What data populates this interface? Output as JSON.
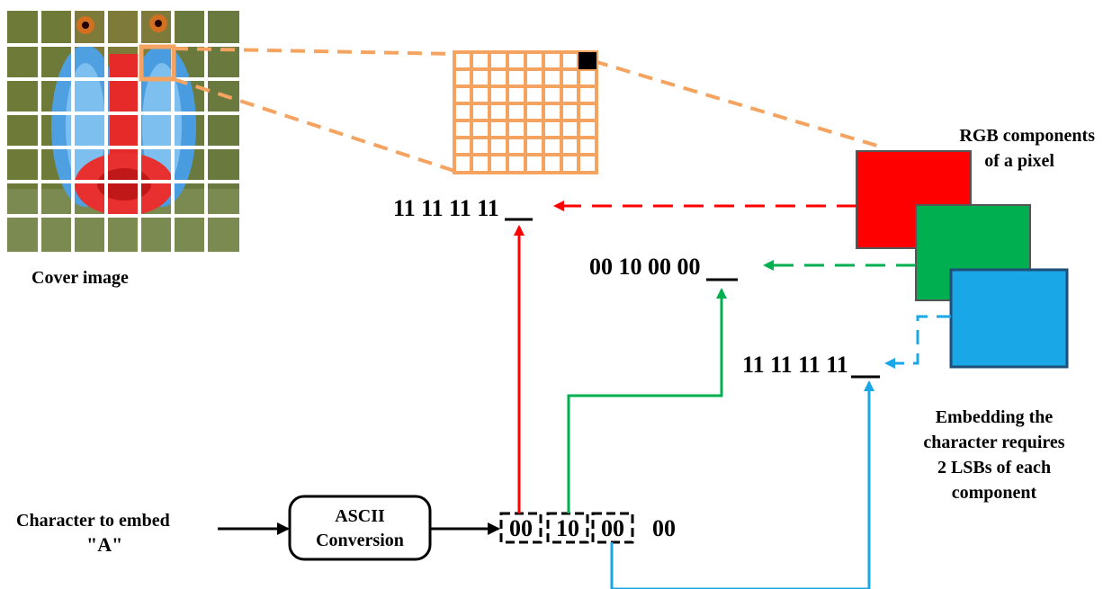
{
  "labels": {
    "cover_image": "Cover image",
    "rgb_line1": "RGB components",
    "rgb_line2": "of a pixel",
    "red_bits_prefix": "11 11 11 ",
    "red_bits_lsb": "11",
    "green_bits_prefix": "00 10 00 ",
    "green_bits_lsb": "00",
    "blue_bits_prefix": "11 11 11 ",
    "blue_bits_lsb": "11",
    "char_line1": "Character to embed",
    "char_line2": "\"A\"",
    "ascii_line1": "ASCII",
    "ascii_line2": "Conversion",
    "ascii_bits": [
      "00",
      "10",
      "00",
      "00"
    ],
    "embed_line1": "Embedding the",
    "embed_line2": "character requires",
    "embed_line3": "2 LSBs of each",
    "embed_line4": "component"
  },
  "colors": {
    "red": "#ff0000",
    "green": "#00b050",
    "blue": "#1aa7e8",
    "orange": "#f4a460",
    "black": "#000000"
  }
}
